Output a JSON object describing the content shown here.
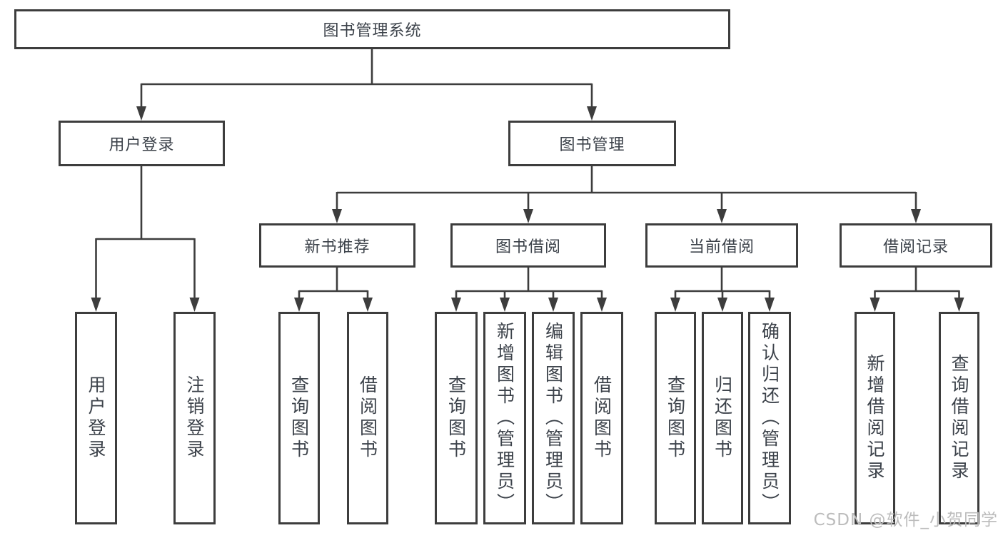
{
  "diagram_title": "图书管理系统",
  "watermark": "CSDN @软件_小贺同学",
  "colors": {
    "line": "#3d3d3d",
    "box_border": "#3d3d3d",
    "text": "#3c424a",
    "watermark": "#bcbcbc",
    "background": "#ffffff"
  },
  "tree": {
    "root": {
      "label": "图书管理系统"
    },
    "branches": [
      {
        "label": "用户登录",
        "children": [
          {
            "label": "用户登录"
          },
          {
            "label": "注销登录"
          }
        ]
      },
      {
        "label": "图书管理",
        "children": [
          {
            "label": "新书推荐",
            "children": [
              {
                "label": "查询图书"
              },
              {
                "label": "借阅图书"
              }
            ]
          },
          {
            "label": "图书借阅",
            "children": [
              {
                "label": "查询图书"
              },
              {
                "label": "新增图书（管理员）"
              },
              {
                "label": "编辑图书（管理员）"
              },
              {
                "label": "借阅图书"
              }
            ]
          },
          {
            "label": "当前借阅",
            "children": [
              {
                "label": "查询图书"
              },
              {
                "label": "归还图书"
              },
              {
                "label": "确认归还（管理员）"
              }
            ]
          },
          {
            "label": "借阅记录",
            "children": [
              {
                "label": "新增借阅记录"
              },
              {
                "label": "查询借阅记录"
              }
            ]
          }
        ]
      }
    ]
  }
}
